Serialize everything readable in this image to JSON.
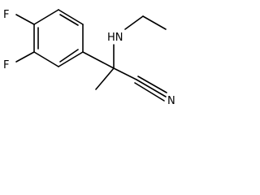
{
  "molecule": {
    "atoms": {
      "f_top": "F",
      "f_bottom": "F",
      "nh": "HN",
      "n_nitrile": "N"
    },
    "colors": {
      "bond": "#000000",
      "label": "#000000",
      "background": "#ffffff"
    }
  }
}
